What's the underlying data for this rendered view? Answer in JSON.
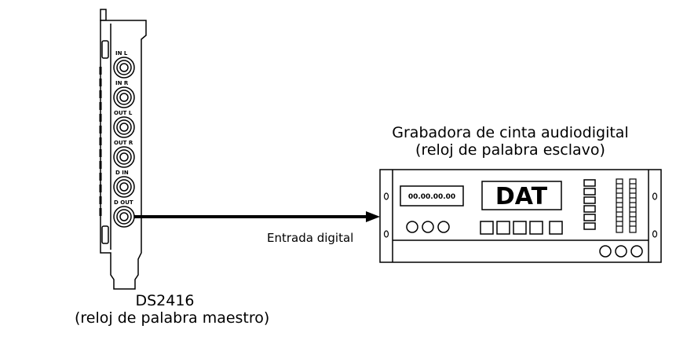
{
  "card": {
    "name": "DS2416",
    "role": "(reloj de palabra maestro)",
    "ports": [
      {
        "label": "IN  L"
      },
      {
        "label": "IN  R"
      },
      {
        "label": "OUT  L"
      },
      {
        "label": "OUT  R"
      },
      {
        "label": "D  IN"
      },
      {
        "label": "D  OUT"
      }
    ]
  },
  "recorder": {
    "title": "Grabadora de cinta audiodigital",
    "role": "(reloj de palabra esclavo)",
    "counter": "00.00.00.00",
    "display": "DAT"
  },
  "connection": {
    "label": "Entrada digital"
  }
}
